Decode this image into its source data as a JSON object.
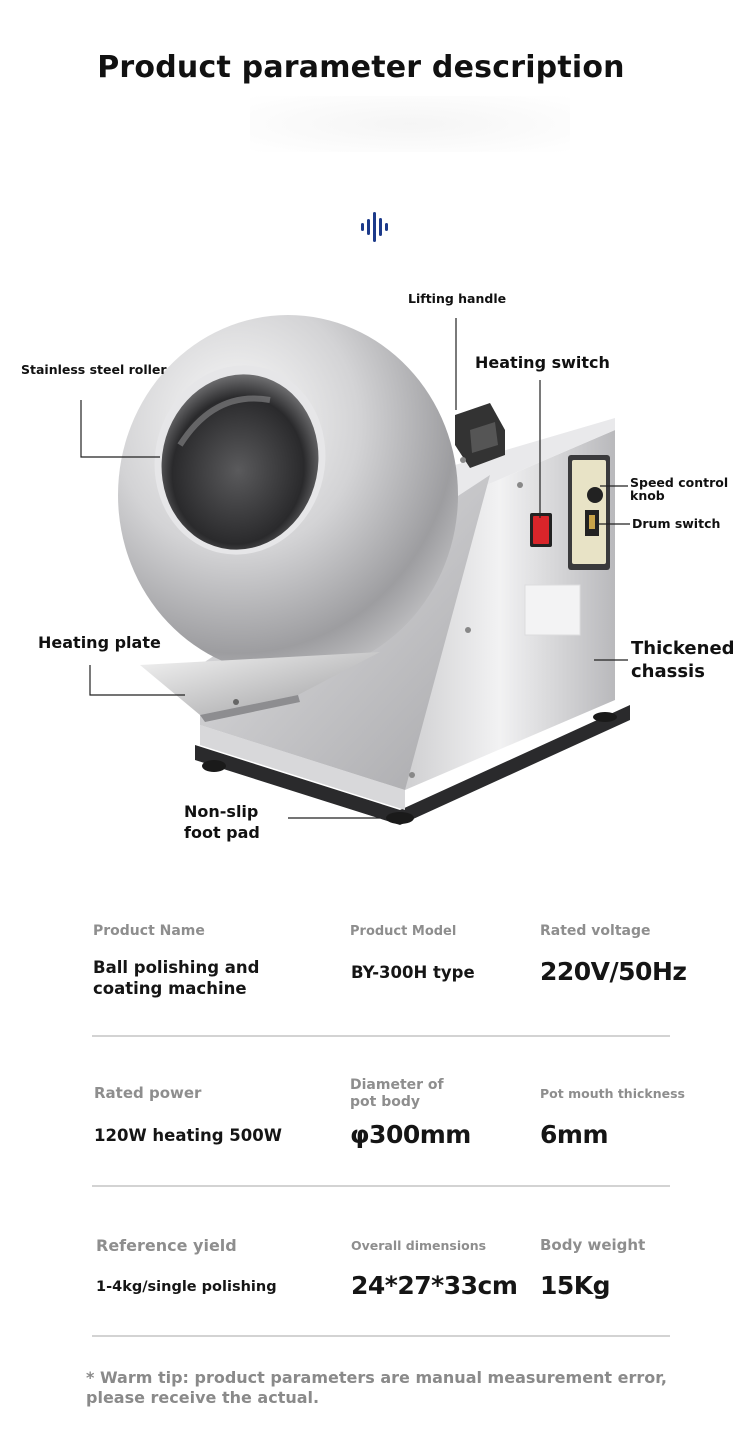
{
  "header": {
    "title": "Product parameter description"
  },
  "callouts": {
    "lifting_handle": "Lifting handle",
    "stainless_roller": "Stainless steel roller",
    "heating_switch": "Heating switch",
    "speed_knob": "Speed control knob",
    "drum_switch": "Drum switch",
    "heating_plate": "Heating plate",
    "thickened_chassis": "Thickened chassis",
    "foot_pad": "Non-slip foot pad"
  },
  "specs": [
    {
      "label": "Product Name",
      "value": "Ball polishing and coating machine"
    },
    {
      "label": "Product Model",
      "value": "BY-300H type"
    },
    {
      "label": "Rated voltage",
      "value": "220V/50Hz"
    },
    {
      "label": "Rated power",
      "value": "120W heating 500W"
    },
    {
      "label": "Diameter of pot body",
      "value": "φ300mm"
    },
    {
      "label": "Pot mouth thickness",
      "value": "6mm"
    },
    {
      "label": "Reference yield",
      "value": "1-4kg/single polishing"
    },
    {
      "label": "Overall dimensions",
      "value": "24*27*33cm"
    },
    {
      "label": "Body weight",
      "value": "15Kg"
    }
  ],
  "footer": {
    "note": "* Warm tip: product parameters are manual measurement error, please receive the actual."
  },
  "colors": {
    "accent": "#1c3a8a",
    "heating_switch_red": "#d9252a"
  }
}
